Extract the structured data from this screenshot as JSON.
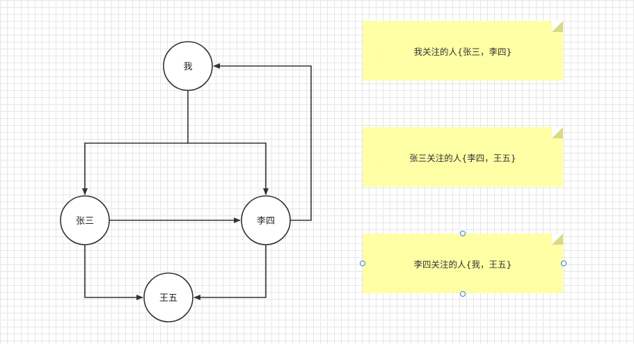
{
  "nodes": {
    "me": "我",
    "zhangsan": "张三",
    "lisi": "李四",
    "wangwu": "王五"
  },
  "notes": [
    {
      "text": "我关注的人{张三，李四}"
    },
    {
      "text": "张三关注的人{李四，王五}"
    },
    {
      "text": "李四关注的人{我，王五}"
    }
  ],
  "colors": {
    "note_fill": "#ffff9e",
    "stroke": "#333333",
    "selection_handle": "#2e7cd6"
  }
}
